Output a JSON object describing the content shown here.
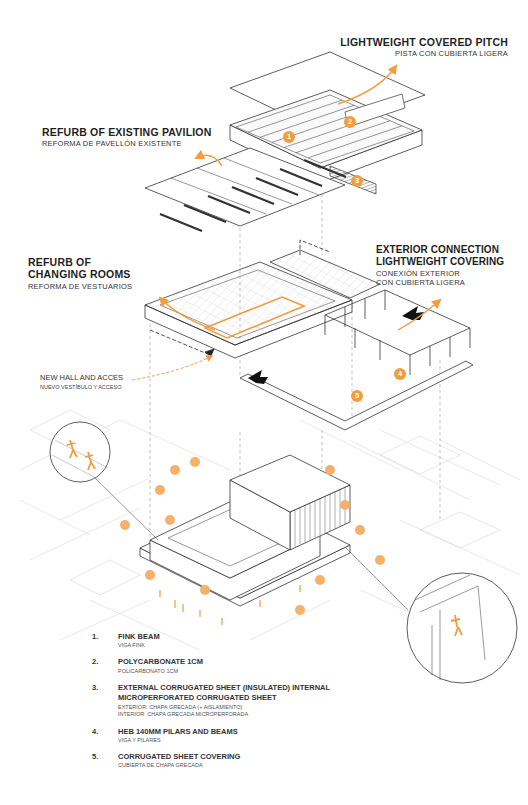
{
  "diagram": {
    "nodes": [
      {
        "text": [
          "1"
        ]
      },
      {
        "text": [
          "2"
        ]
      },
      {
        "text": [
          "3"
        ]
      },
      {
        "text": [
          "4"
        ]
      },
      {
        "text": [
          "5"
        ]
      }
    ],
    "labels": [
      "LIGHTWEIGHT COVERED PITCH",
      "PISTA CON CUBIERTA LIGERA",
      "REFURB OF EXISTING PAVILION",
      "REFORMA DE PAVELLÓN EXISTENTE",
      "REFURB OF CHANGING ROOMS",
      "REFORMA DE VESTUARIOS",
      "EXTERIOR CONNECTION LIGHTWEIGHT COVERING",
      "CONEXIÓN EXTERIOR CON CUBIERTA LIGERA",
      "NEW HALL AND ACCES",
      "NUEVO VESTÍBULO Y ACCESO",
      "1.",
      "FINK BEAM",
      "VIGA FINK",
      "2.",
      "POLYCARBONATE 1CM",
      "POLICARBONATO 1CM",
      "3.",
      "EXTERNAL CORRUGATED SHEET (INSULATED) INTERNAL MICROPERFORATED CORRUGATED SHEET",
      "EXTERIOR: CHAPA GRECADA (+ AISLAMIENTO)",
      "INTERIOR: CHAPA GRECADA MICROPERFORADA",
      "4.",
      "HEB 140MM PILARS AND BEAMS",
      "VIGA Y PILARES",
      "5.",
      "CORRUGATED SHEET COVERING",
      "CUBIERTA DE CHAPA GRECADA"
    ]
  }
}
